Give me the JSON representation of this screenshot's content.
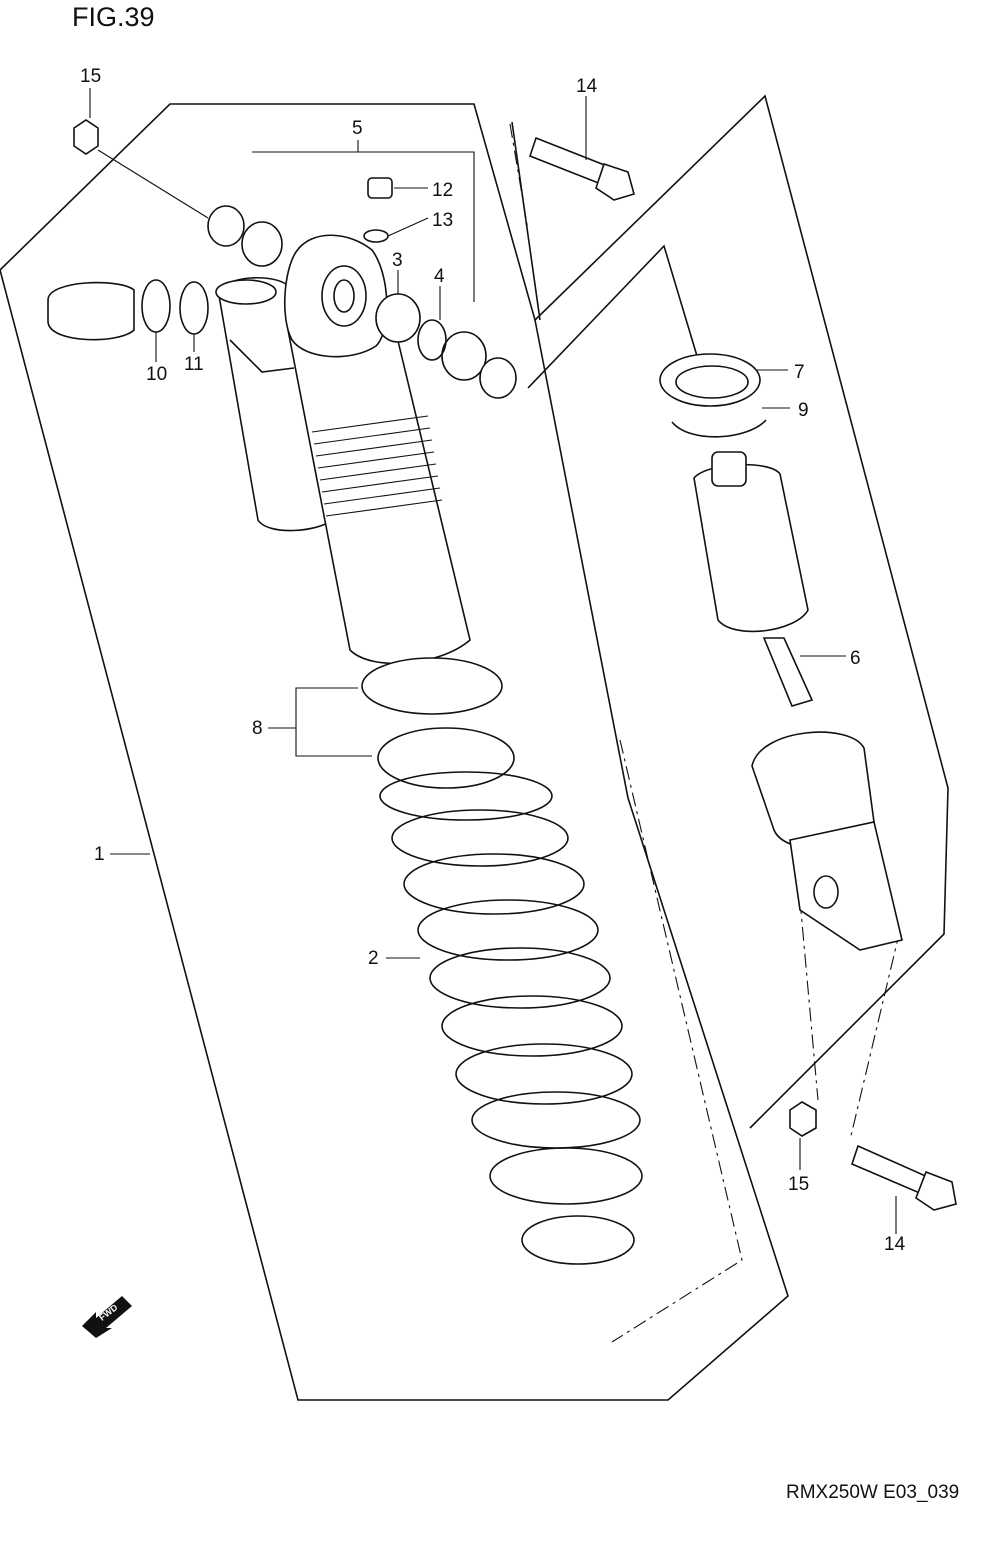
{
  "figure": {
    "title": "FIG.39",
    "code": "RMX250W E03_039"
  },
  "direction_badge": {
    "label": "FWD",
    "icon": "fwd-arrow-icon"
  },
  "callouts": [
    {
      "id": "c1",
      "label": "1"
    },
    {
      "id": "c2",
      "label": "2"
    },
    {
      "id": "c3",
      "label": "3"
    },
    {
      "id": "c4",
      "label": "4"
    },
    {
      "id": "c5",
      "label": "5"
    },
    {
      "id": "c6",
      "label": "6"
    },
    {
      "id": "c7",
      "label": "7"
    },
    {
      "id": "c8",
      "label": "8"
    },
    {
      "id": "c9",
      "label": "9"
    },
    {
      "id": "c10",
      "label": "10"
    },
    {
      "id": "c11",
      "label": "11"
    },
    {
      "id": "c12",
      "label": "12"
    },
    {
      "id": "c13",
      "label": "13"
    },
    {
      "id": "c14a",
      "label": "14"
    },
    {
      "id": "c14b",
      "label": "14"
    },
    {
      "id": "c15a",
      "label": "15"
    },
    {
      "id": "c15b",
      "label": "15"
    }
  ]
}
